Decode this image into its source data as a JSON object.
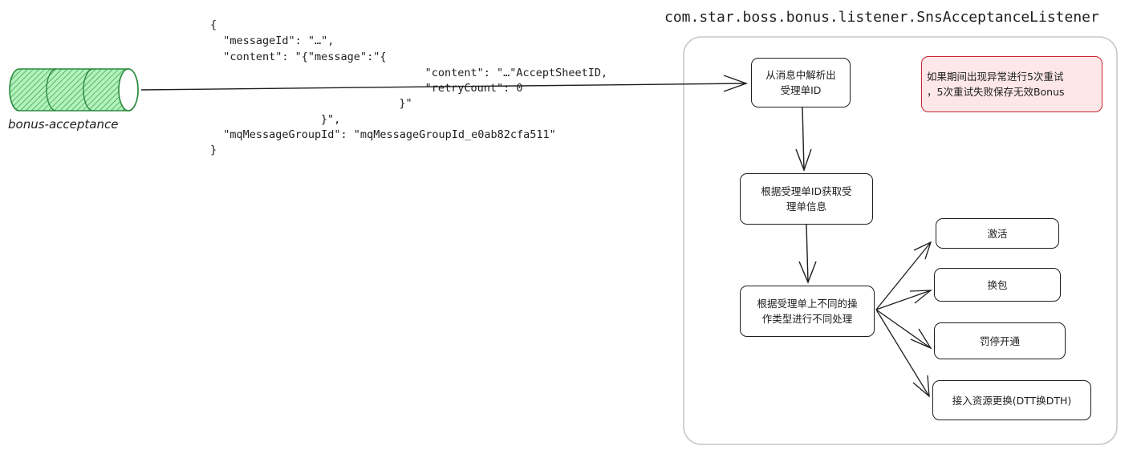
{
  "queue": {
    "label": "bonus-acceptance",
    "color": "#2b8a3e",
    "fill": "#b2f2bb"
  },
  "payload": {
    "lines": [
      "{",
      "  \"messageId\": \"…\",",
      "  \"content\": \"{\"message\":\"{",
      "                            \"content\": \"…\"AcceptSheetID,",
      "                            \"retryCount\": 0",
      "                          }\"",
      "               }\",",
      "  \"mqMessageGroupId\": \"mqMessageGroupId_e0ab82cfa511\"",
      "}"
    ]
  },
  "listener": {
    "class_name": "com.star.boss.bonus.listener.SnsAcceptanceListener"
  },
  "steps": {
    "parse": "从消息中解析出\n受理单ID",
    "fetch": "根据受理单ID获取受\n理单信息",
    "dispatch": "根据受理单上不同的操\n作类型进行不同处理"
  },
  "retry_note": {
    "text": "如果期间出现异常进行5次重试\n，5次重试失败保存无效Bonus",
    "background": "#fde7e9",
    "border": "#c9252c"
  },
  "operations": [
    "激活",
    "换包",
    "罚停开通",
    "接入资源更换(DTT换DTH)"
  ]
}
